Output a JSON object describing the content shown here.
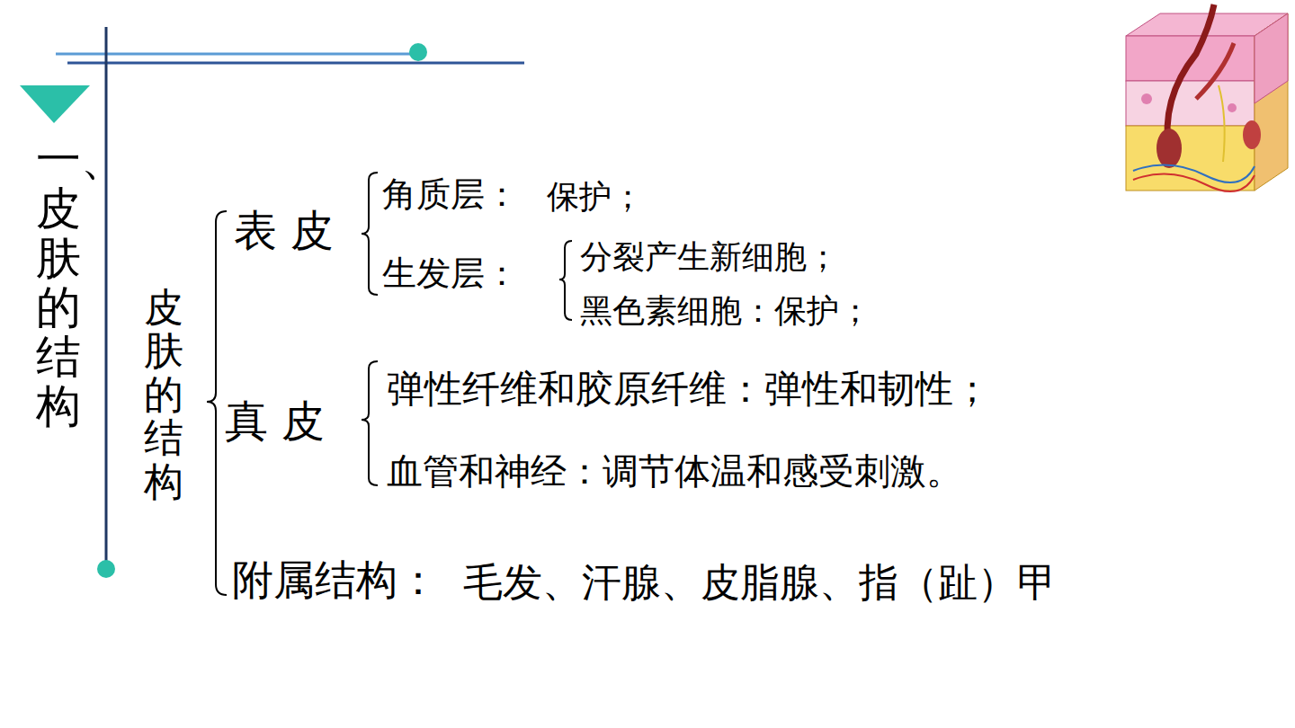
{
  "diagram": {
    "title": "一、皮肤的结构",
    "labels": [
      "皮肤的结构",
      "表 皮",
      "角质层：",
      "保护；",
      "生发层：",
      "分裂产生新细胞；",
      "黑色素细胞：保护；",
      "真 皮",
      "弹性纤维和胶原纤维：弹性和韧性；",
      "血管和神经：调节体温和感受刺激。",
      "附属结构：",
      "毛发、汗腺、皮脂腺、指（趾）甲"
    ]
  }
}
